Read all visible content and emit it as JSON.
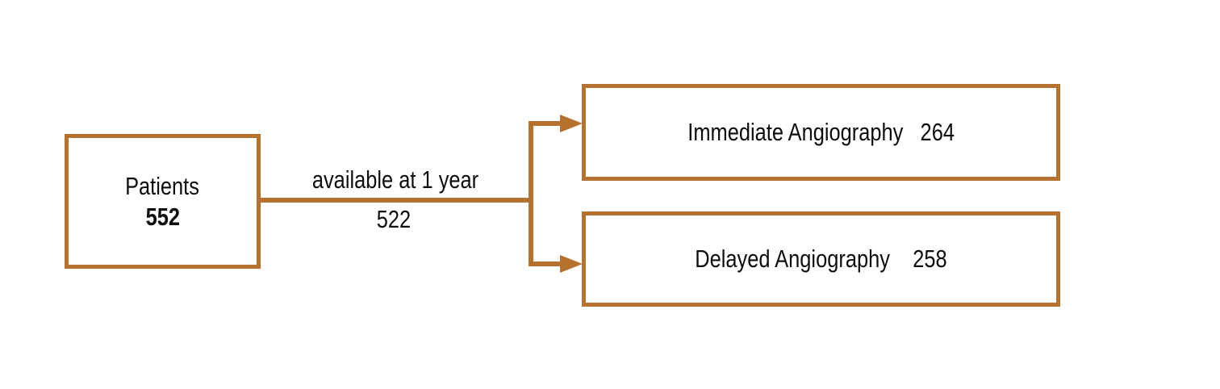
{
  "diagram": {
    "type": "flowchart",
    "accent_color": "#b5712e",
    "text_color": "#0d0d0d",
    "background_color": "#ffffff",
    "nodes": [
      {
        "id": "patients",
        "label": "Patients",
        "count": "552"
      },
      {
        "id": "immediate",
        "text": "Immediate Angiography   264",
        "label": "Immediate Angiography",
        "count": "264"
      },
      {
        "id": "delayed",
        "text": "Delayed Angiography    258",
        "label": "Delayed Angiography",
        "count": "258"
      }
    ],
    "edges": [
      {
        "id": "available-at-1-year",
        "label": "available at 1 year",
        "count": "522"
      }
    ]
  }
}
